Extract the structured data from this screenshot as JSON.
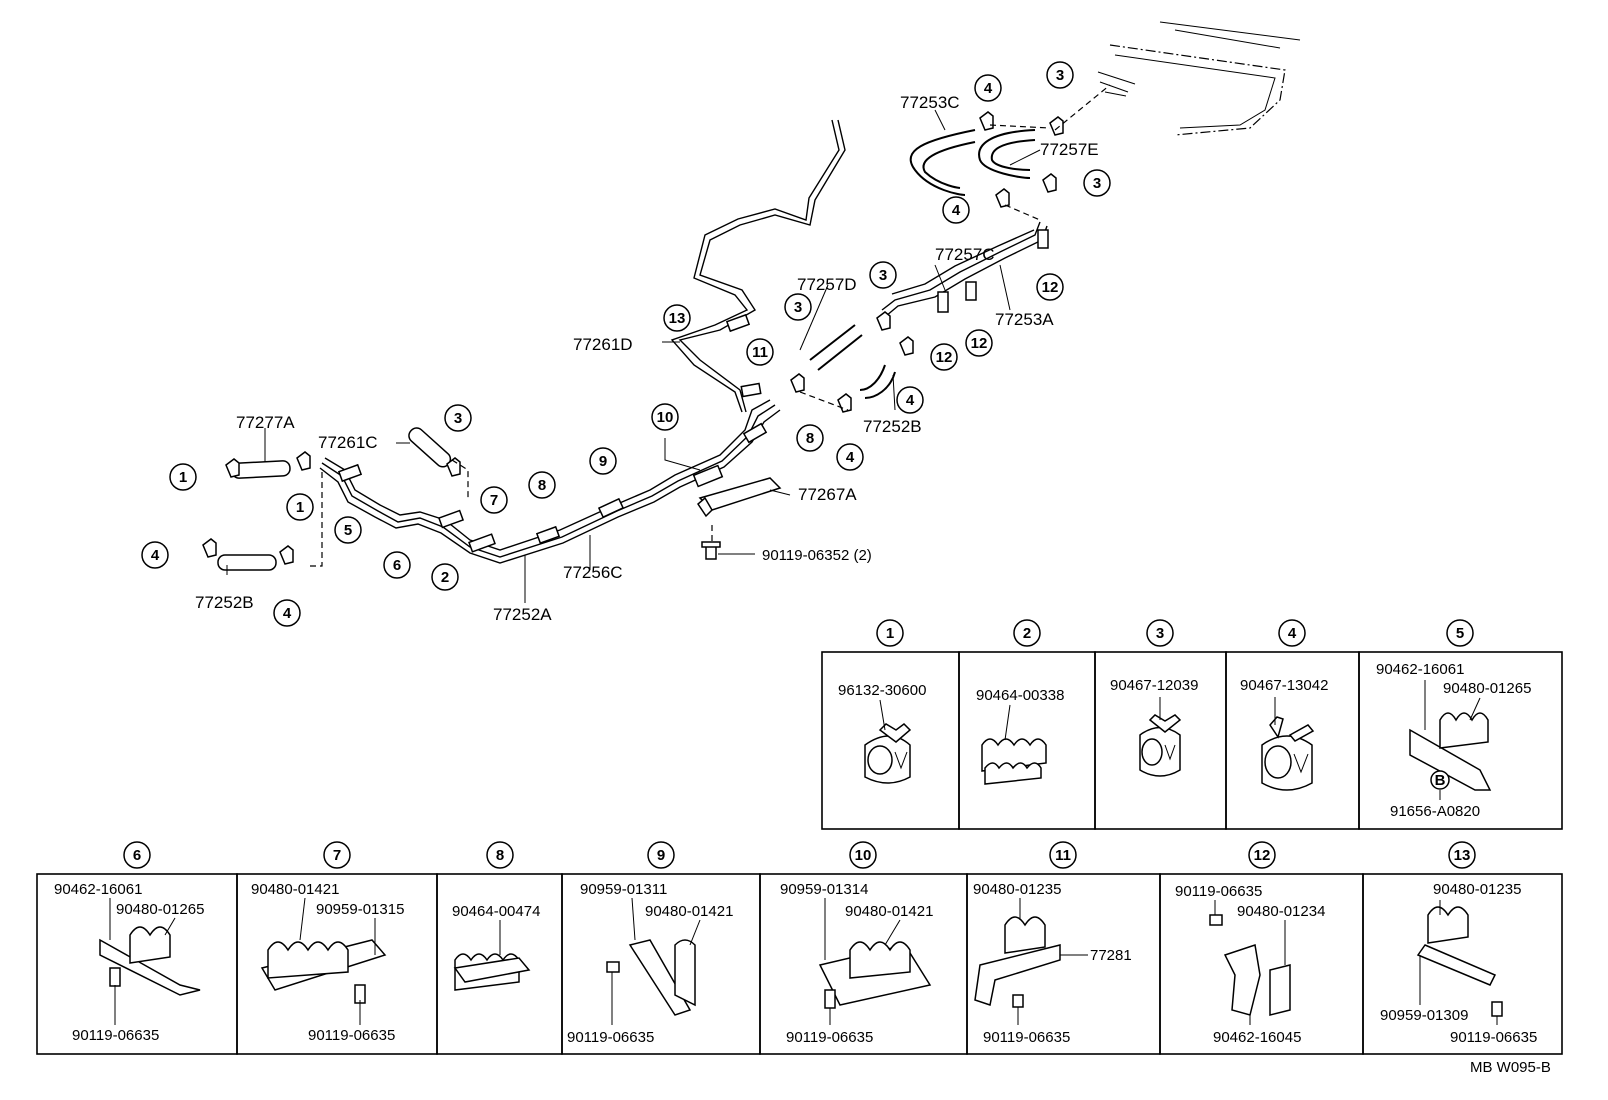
{
  "main_labels": {
    "l77253C": "77253C",
    "l77257E": "77257E",
    "l77257C": "77257C",
    "l77253A": "77253A",
    "l77257D": "77257D",
    "l77261D": "77261D",
    "l77252B_top": "77252B",
    "l77277A": "77277A",
    "l77261C": "77261C",
    "l77267A": "77267A",
    "l90119_06352": "90119-06352 (2)",
    "l77256C": "77256C",
    "l77252A": "77252A",
    "l77252B_left": "77252B"
  },
  "callouts": [
    "1",
    "2",
    "3",
    "4",
    "5",
    "6",
    "7",
    "8",
    "9",
    "10",
    "11",
    "12",
    "13",
    "B"
  ],
  "details": {
    "d1": {
      "num": "1",
      "part": "96132-30600"
    },
    "d2": {
      "num": "2",
      "part": "90464-00338"
    },
    "d3": {
      "num": "3",
      "part": "90467-12039"
    },
    "d4": {
      "num": "4",
      "part": "90467-13042"
    },
    "d5": {
      "num": "5",
      "part_a": "90462-16061",
      "part_b": "90480-01265",
      "part_c": "91656-A0820"
    },
    "d6": {
      "num": "6",
      "part_a": "90462-16061",
      "part_b": "90480-01265",
      "part_c": "90119-06635"
    },
    "d7": {
      "num": "7",
      "part_a": "90480-01421",
      "part_b": "90959-01315",
      "part_c": "90119-06635"
    },
    "d8": {
      "num": "8",
      "part_a": "90464-00474"
    },
    "d9": {
      "num": "9",
      "part_a": "90959-01311",
      "part_b": "90480-01421",
      "part_c": "90119-06635"
    },
    "d10": {
      "num": "10",
      "part_a": "90959-01314",
      "part_b": "90480-01421",
      "part_c": "90119-06635"
    },
    "d11": {
      "num": "11",
      "part_a": "90480-01235",
      "part_b": "77281",
      "part_c": "90119-06635"
    },
    "d12": {
      "num": "12",
      "part_a": "90119-06635",
      "part_b": "90480-01234",
      "part_c": "90462-16045"
    },
    "d13": {
      "num": "13",
      "part_a": "90480-01235",
      "part_b": "90959-01309",
      "part_c": "90119-06635"
    }
  },
  "footer": {
    "code": "MB  W095-B"
  }
}
